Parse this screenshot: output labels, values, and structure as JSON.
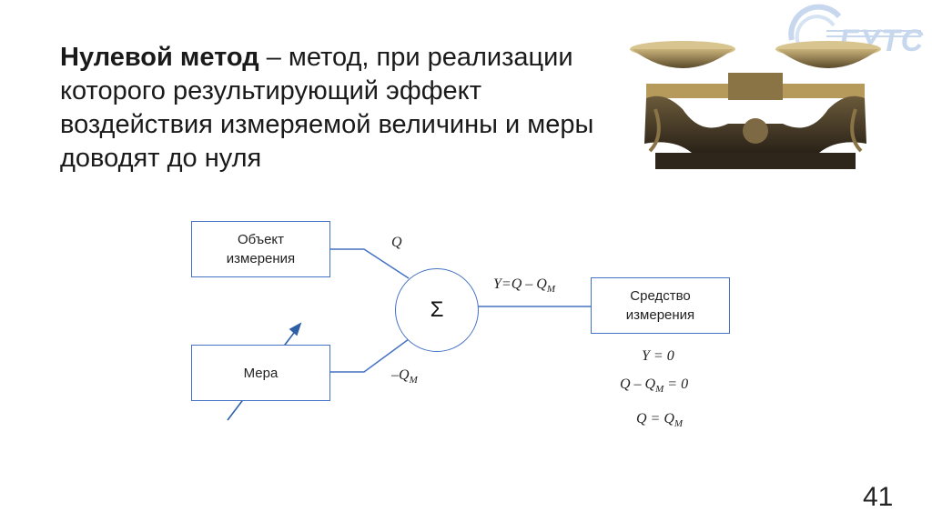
{
  "logo": {
    "text": "ГУТС"
  },
  "title": {
    "bold": "Нулевой метод",
    "rest": " – метод, при реализации которого результирующий эффект воздействия измеряемой величины и меры доводят до нуля"
  },
  "diagram": {
    "object_box": {
      "line1": "Объект",
      "line2": "измерения"
    },
    "measure_box": {
      "label": "Мера"
    },
    "instrument_box": {
      "line1": "Средство",
      "line2": "измерения"
    },
    "summator": {
      "symbol": "Σ"
    },
    "signal_q": "Q",
    "signal_qm": {
      "prefix": "–Q",
      "sub": "M"
    },
    "signal_y": {
      "prefix": "Y=Q – Q",
      "sub": "M"
    },
    "equations": {
      "eq1": "Y = 0",
      "eq2": {
        "prefix": "Q – Q",
        "sub": "M",
        "suffix": " = 0"
      },
      "eq3": {
        "prefix": "Q = Q",
        "sub": "M"
      }
    }
  },
  "page_number": "41",
  "colors": {
    "box_border": "#4472c4",
    "arrow": "#2e5fa6",
    "line": "#4472c4"
  }
}
